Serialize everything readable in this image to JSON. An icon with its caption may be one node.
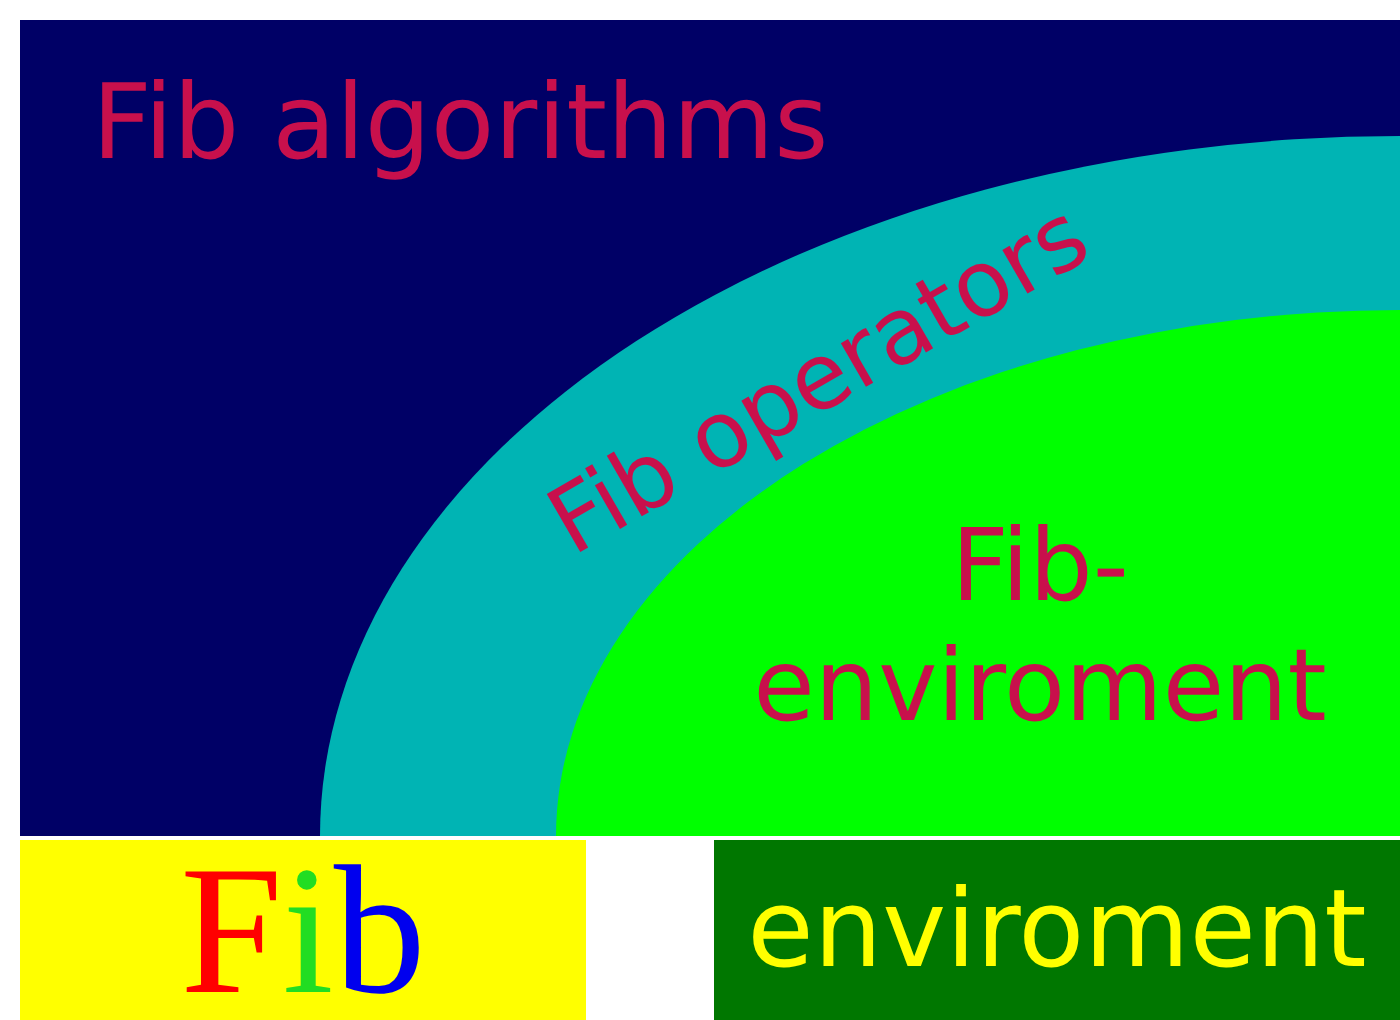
{
  "diagram": {
    "nodes": [
      {
        "text": [
          "Fib algorithms"
        ]
      },
      {
        "text": [
          "Fib operators"
        ],
        "in": 0
      },
      {
        "text": [
          "Fib-enviroment"
        ],
        "in": 1
      },
      {
        "text": [
          "Fib"
        ]
      },
      {
        "text": [
          "enviroment"
        ]
      }
    ]
  }
}
